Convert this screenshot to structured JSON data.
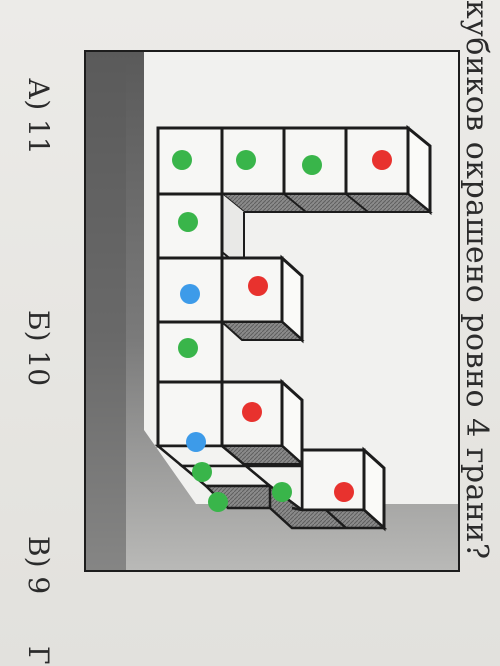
{
  "question": "кубиков окрашено ровно 4 грани?",
  "options": {
    "a": "А) 11",
    "b": "Б) 10",
    "c": "В) 9",
    "d": "Г"
  },
  "figure": {
    "colors": {
      "green": "#39b54a",
      "blue": "#3d9be9",
      "red": "#e8322e",
      "shade": "#6b6b6b",
      "cube_face": "#f7f7f5",
      "edge": "#1c1c1c"
    }
  }
}
